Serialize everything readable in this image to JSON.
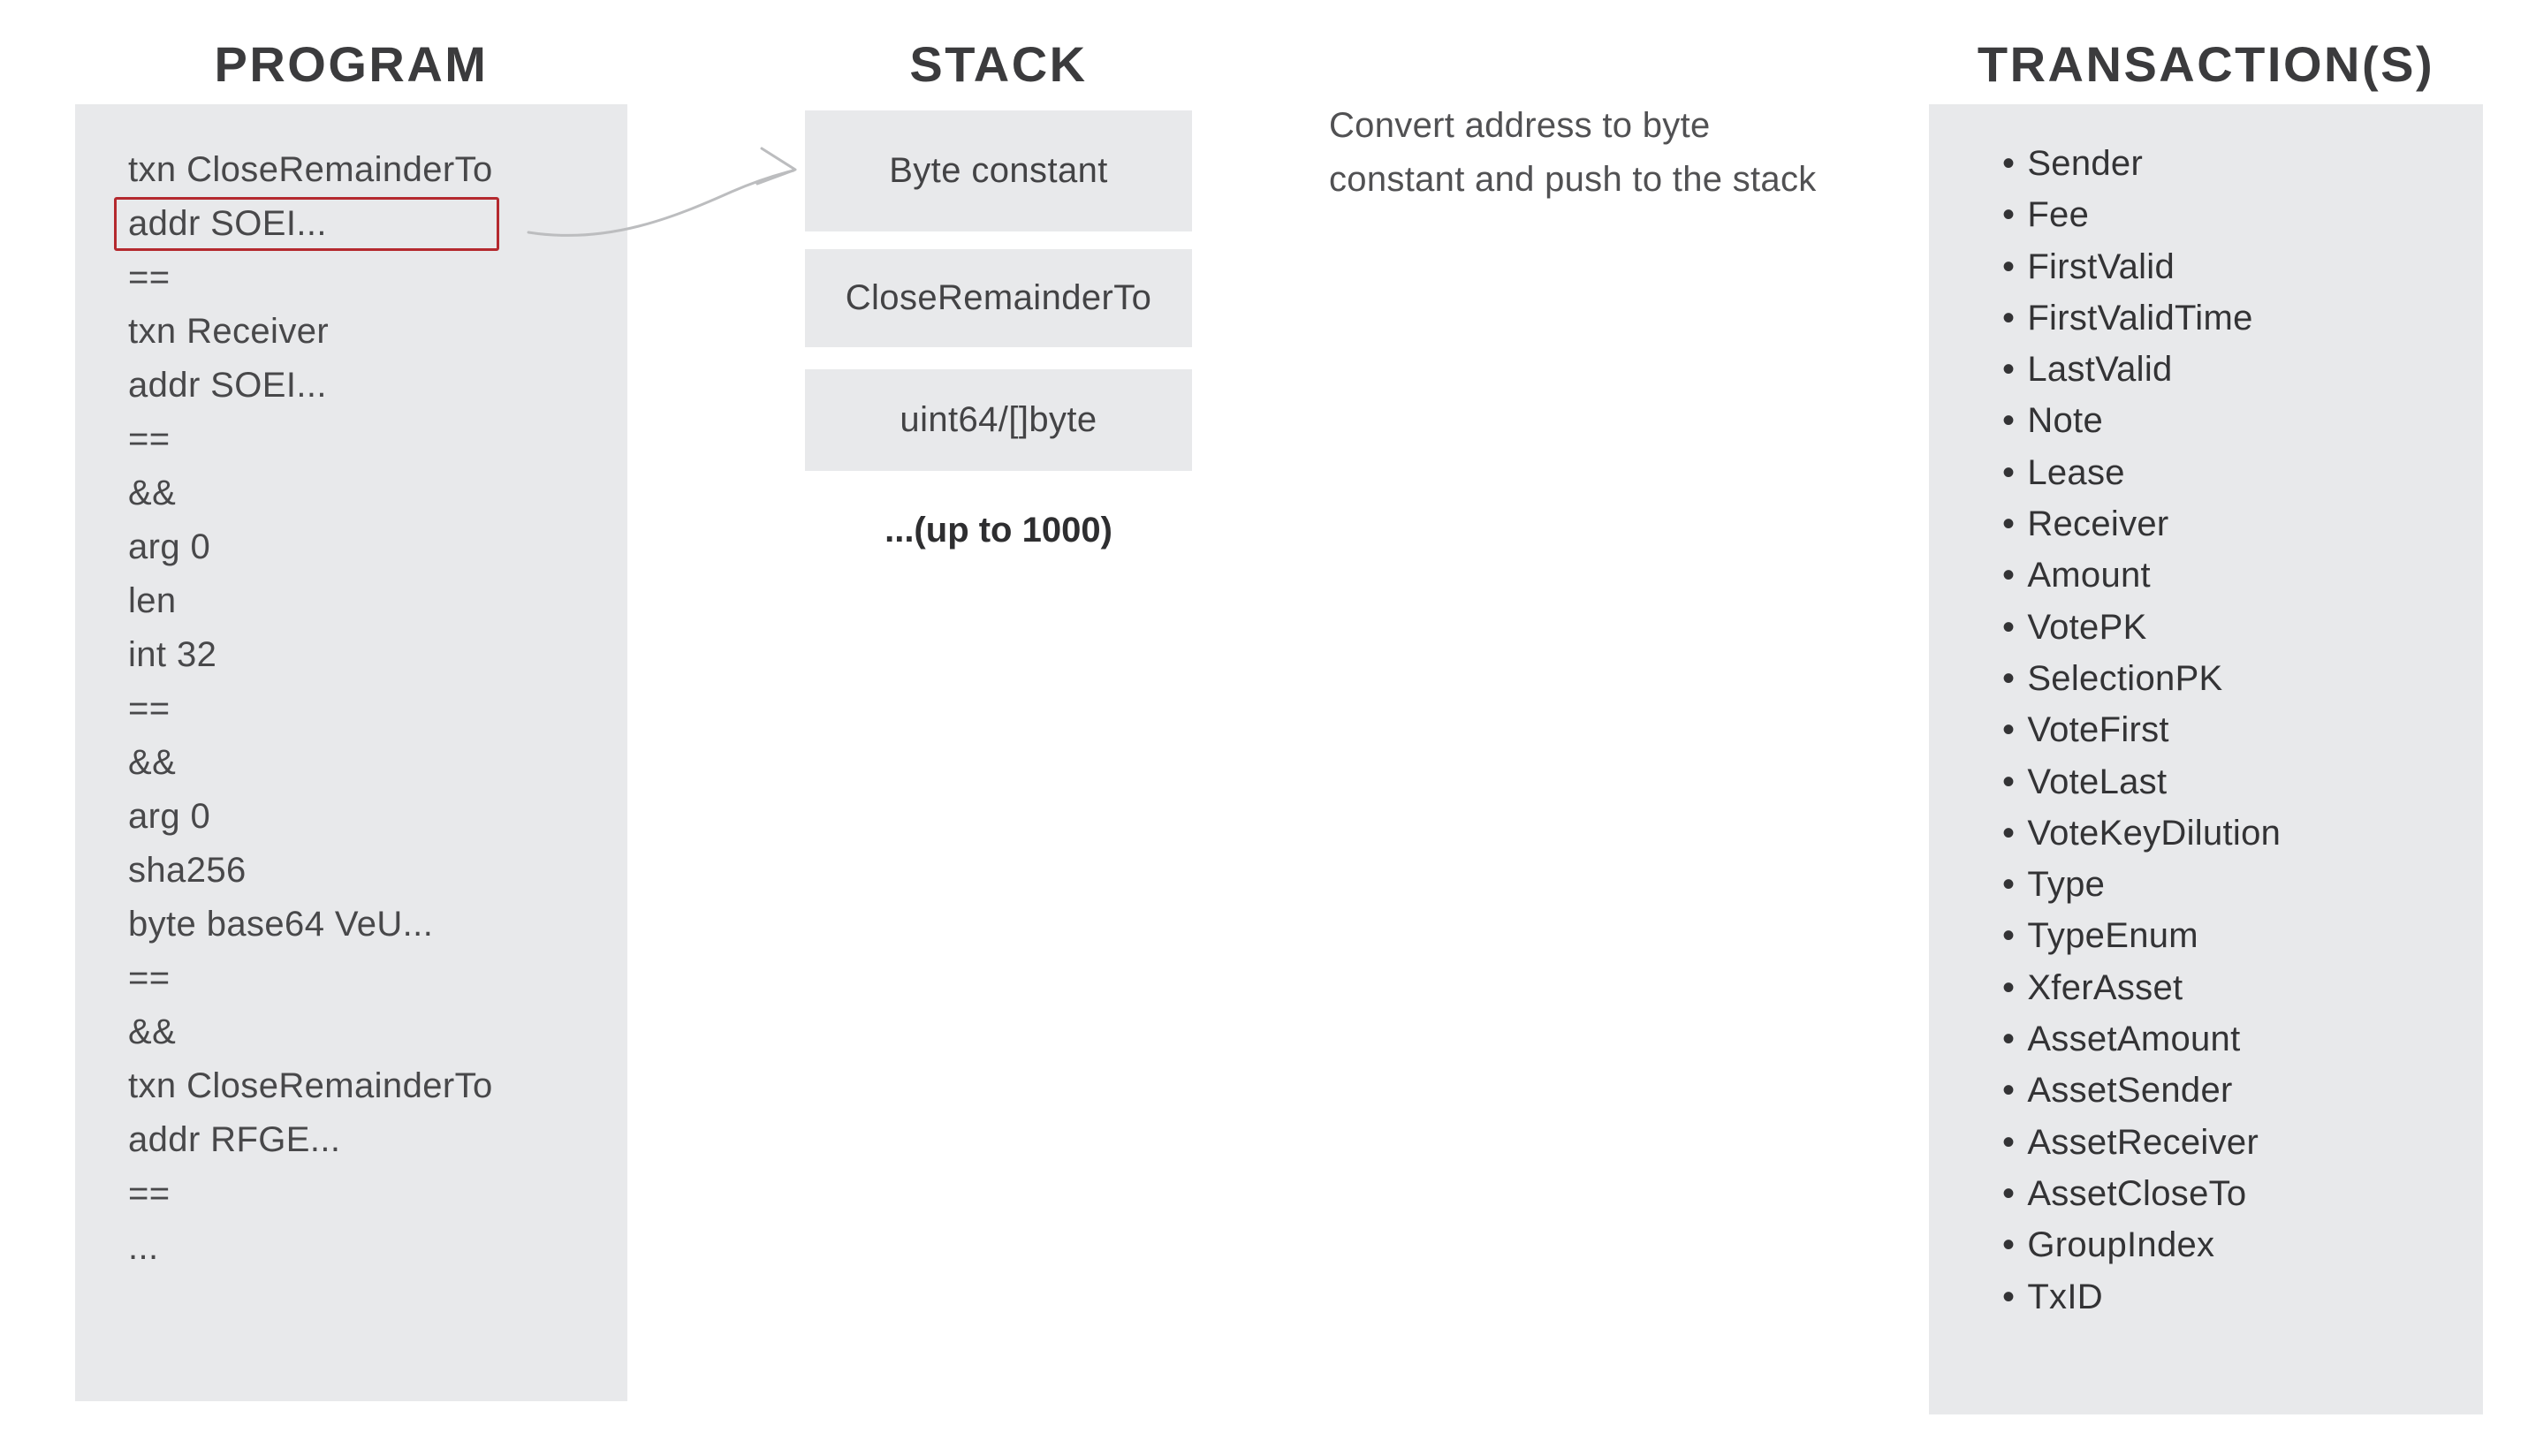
{
  "program": {
    "title": "PROGRAM",
    "lines": [
      {
        "text": "txn CloseRemainderTo",
        "highlight": false
      },
      {
        "text": "addr SOEI...",
        "highlight": true
      },
      {
        "text": "==",
        "highlight": false
      },
      {
        "text": "txn Receiver",
        "highlight": false
      },
      {
        "text": "addr SOEI...",
        "highlight": false
      },
      {
        "text": "==",
        "highlight": false
      },
      {
        "text": "&&",
        "highlight": false
      },
      {
        "text": "arg 0",
        "highlight": false
      },
      {
        "text": "len",
        "highlight": false
      },
      {
        "text": "int 32",
        "highlight": false
      },
      {
        "text": "==",
        "highlight": false
      },
      {
        "text": "&&",
        "highlight": false
      },
      {
        "text": "arg 0",
        "highlight": false
      },
      {
        "text": "sha256",
        "highlight": false
      },
      {
        "text": "byte base64 VeU...",
        "highlight": false
      },
      {
        "text": "==",
        "highlight": false
      },
      {
        "text": "&&",
        "highlight": false
      },
      {
        "text": "txn CloseRemainderTo",
        "highlight": false
      },
      {
        "text": "addr RFGE...",
        "highlight": false
      },
      {
        "text": "==",
        "highlight": false
      },
      {
        "text": "...",
        "highlight": false
      }
    ]
  },
  "stack": {
    "title": "STACK",
    "boxes": [
      "Byte constant",
      "CloseRemainderTo",
      "uint64/[]byte"
    ],
    "note": "...(up to 1000)"
  },
  "annotation": {
    "text": "Convert address to byte constant and push to the stack"
  },
  "transactions": {
    "title": "TRANSACTION(S)",
    "bullet": "•",
    "items": [
      "Sender",
      "Fee",
      "FirstValid",
      "FirstValidTime",
      "LastValid",
      "Note",
      "Lease",
      "Receiver",
      "Amount",
      "VotePK",
      "SelectionPK",
      "VoteFirst",
      "VoteLast",
      "VoteKeyDilution",
      "Type",
      "TypeEnum",
      "XferAsset",
      "AssetAmount",
      "AssetSender",
      "AssetReceiver",
      "AssetCloseTo",
      "GroupIndex",
      "TxID"
    ]
  },
  "colors": {
    "panel_background": "#e8e9eb",
    "highlight_border": "#b4292e",
    "arrow": "#bcbdbf",
    "title_text": "#3b3b3d",
    "code_text": "#48484a"
  }
}
